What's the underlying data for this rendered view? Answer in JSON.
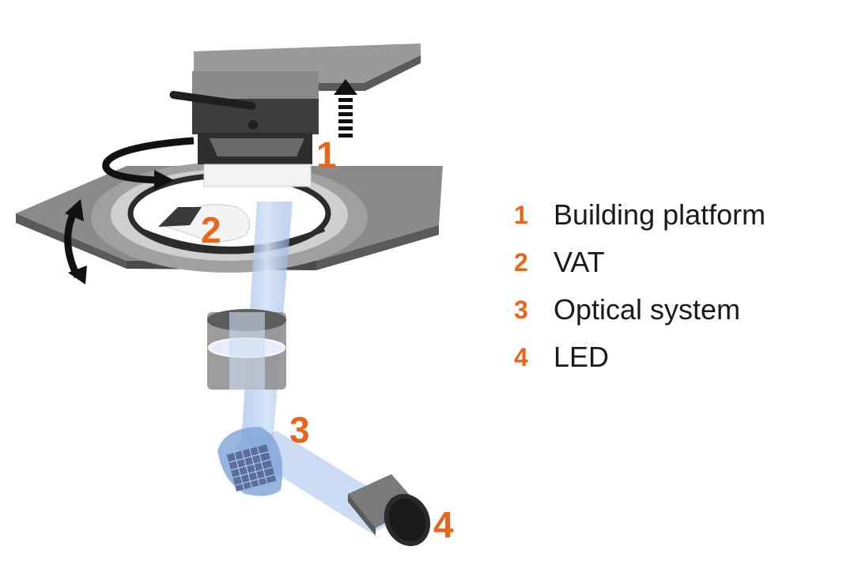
{
  "callouts": [
    {
      "number": "1"
    },
    {
      "number": "2"
    },
    {
      "number": "3"
    },
    {
      "number": "4"
    }
  ],
  "legend": [
    {
      "number": "1",
      "label": "Building platform"
    },
    {
      "number": "2",
      "label": "VAT"
    },
    {
      "number": "3",
      "label": "Optical system"
    },
    {
      "number": "4",
      "label": "LED"
    }
  ],
  "colors": {
    "accent": "#e8651c",
    "light_beam": "#a9c6ec",
    "metal_dark": "#3a3a3a",
    "metal_mid": "#7a7a7a",
    "metal_light": "#b8b8b8"
  }
}
